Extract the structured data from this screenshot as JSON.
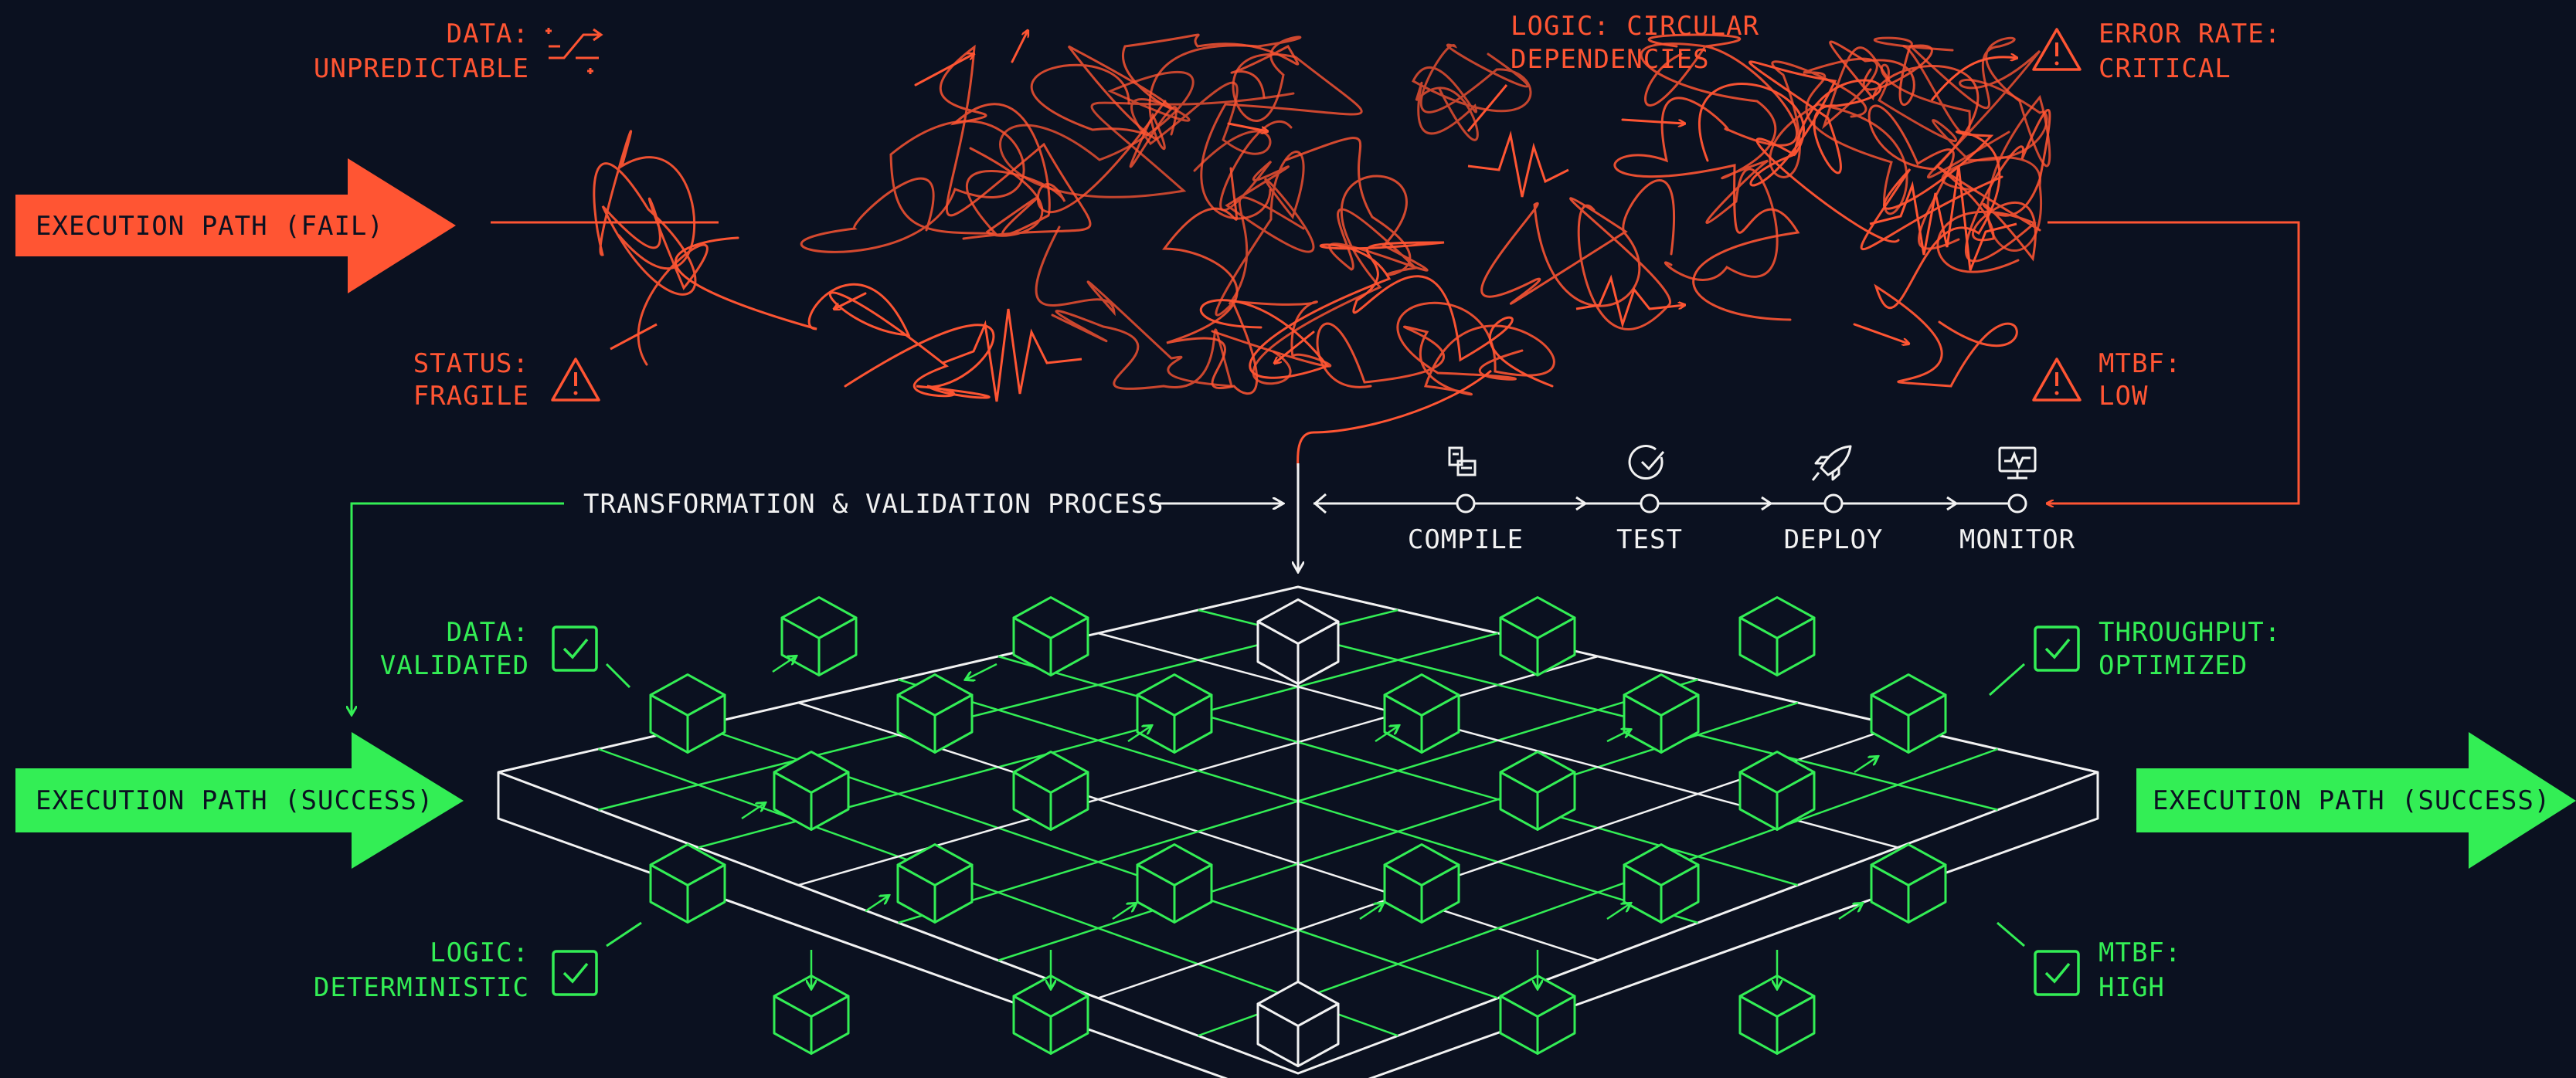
{
  "colors": {
    "background": "#0b1120",
    "fail_red": "#ff5533",
    "success_green": "#33ee55",
    "neutral_white": "#f2f2f2"
  },
  "chaos": {
    "arrow_label": "EXECUTION PATH (FAIL)",
    "data_label": [
      "DATA:",
      "UNPREDICTABLE"
    ],
    "status_label": [
      "STATUS:",
      "FRAGILE"
    ],
    "logic_label": [
      "LOGIC: CIRCULAR",
      "DEPENDENCIES"
    ],
    "error_label": [
      "ERROR RATE:",
      "CRITICAL"
    ],
    "mtbf_label": [
      "MTBF:",
      "LOW"
    ],
    "icons": [
      "shuffle-icon",
      "warning-icon"
    ]
  },
  "process": {
    "title": "TRANSFORMATION & VALIDATION PROCESS",
    "steps": [
      {
        "label": "COMPILE",
        "icon": "compile-icon"
      },
      {
        "label": "TEST",
        "icon": "check-circle-icon"
      },
      {
        "label": "DEPLOY",
        "icon": "rocket-icon"
      },
      {
        "label": "MONITOR",
        "icon": "monitor-icon"
      }
    ]
  },
  "order": {
    "arrow_in_label": "EXECUTION PATH (SUCCESS)",
    "arrow_out_label": "EXECUTION PATH (SUCCESS)",
    "data_label": [
      "DATA:",
      "VALIDATED"
    ],
    "logic_label": [
      "LOGIC:",
      "DETERMINISTIC"
    ],
    "throughput_label": [
      "THROUGHPUT:",
      "OPTIMIZED"
    ],
    "mtbf_label": [
      "MTBF:",
      "HIGH"
    ],
    "icons": [
      "checkbox-icon"
    ]
  }
}
